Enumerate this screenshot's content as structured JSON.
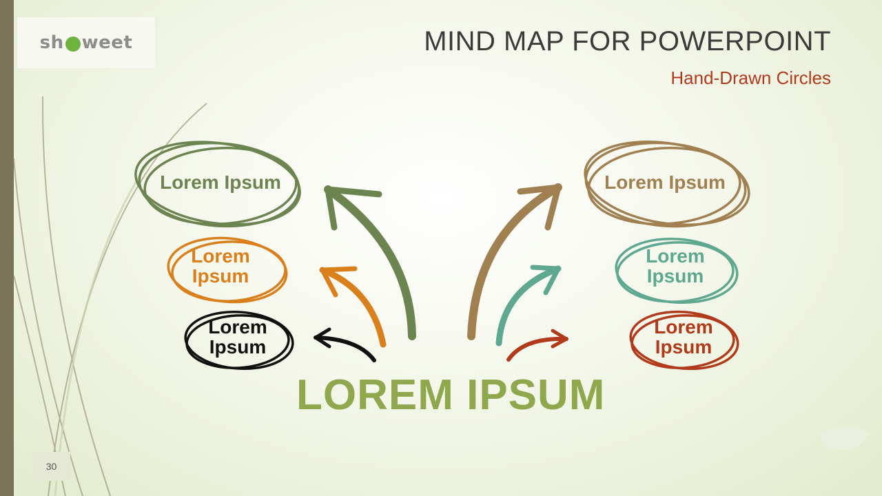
{
  "logo": {
    "text_before": "sh",
    "text_after": "weet"
  },
  "header": {
    "title": "MIND MAP FOR POWERPOINT",
    "subtitle": "Hand-Drawn Circles"
  },
  "center_label": "LOREM IPSUM",
  "nodes": {
    "left_top": {
      "line1": "Lorem Ipsum",
      "line2": "",
      "color": "#6b8450"
    },
    "left_middle": {
      "line1": "Lorem",
      "line2": "Ipsum",
      "color": "#d9801c"
    },
    "left_bottom": {
      "line1": "Lorem",
      "line2": "Ipsum",
      "color": "#111111"
    },
    "right_top": {
      "line1": "Lorem Ipsum",
      "line2": "",
      "color": "#a07f51"
    },
    "right_middle": {
      "line1": "Lorem",
      "line2": "Ipsum",
      "color": "#5ea892"
    },
    "right_bottom": {
      "line1": "Lorem",
      "line2": "Ipsum",
      "color": "#b03a1a"
    }
  },
  "page_number": "30",
  "colors": {
    "sidebar": "#7b7358",
    "center_text": "#8fa84e",
    "subtitle": "#b13a1f"
  }
}
